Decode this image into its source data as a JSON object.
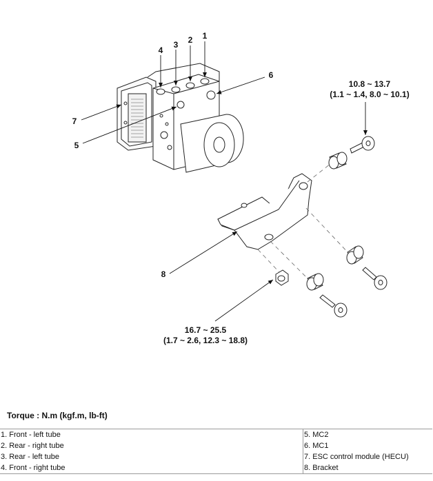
{
  "callouts": [
    "1",
    "2",
    "3",
    "4",
    "5",
    "6",
    "7",
    "8"
  ],
  "torque_upper": {
    "line1": "10.8 ~ 13.7",
    "line2": "(1.1 ~ 1.4, 8.0 ~ 10.1)"
  },
  "torque_lower": {
    "line1": "16.7 ~ 25.5",
    "line2": "(1.7 ~ 2.6, 12.3 ~ 18.8)"
  },
  "torque_title": "Torque : N.m (kgf.m, lb-ft)",
  "legend": {
    "left": [
      "1. Front - left tube",
      "2. Rear - right tube",
      "3. Rear - left tube",
      "4. Front - right tube"
    ],
    "right": [
      "5. MC2",
      "6. MC1",
      "7. ESC control module (HECU)",
      "8. Bracket"
    ]
  }
}
